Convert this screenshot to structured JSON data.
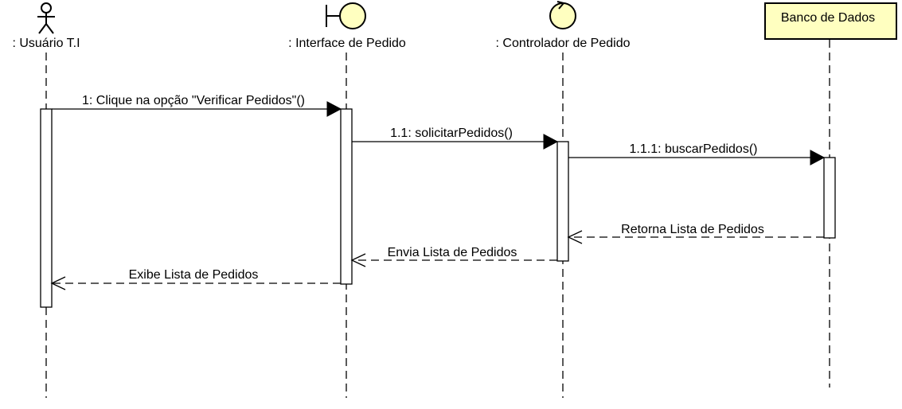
{
  "diagram": {
    "type": "sequence",
    "colors": {
      "participant_fill": "#FFFFC0",
      "line": "#000000",
      "activation_fill": "#FFFFFF"
    },
    "participants": [
      {
        "id": "user",
        "label": ": Usuário T.I",
        "kind": "actor",
        "icon": "actor-stick-figure-icon"
      },
      {
        "id": "ui",
        "label": ": Interface de Pedido",
        "kind": "boundary",
        "icon": "boundary-icon"
      },
      {
        "id": "ctrl",
        "label": ": Controlador de Pedido",
        "kind": "control",
        "icon": "control-icon"
      },
      {
        "id": "db",
        "label": "Banco de Dados",
        "kind": "box"
      }
    ],
    "messages": [
      {
        "label": "1: Clique na opção \"Verificar Pedidos\"()",
        "from": "user",
        "to": "ui",
        "style": "sync"
      },
      {
        "label": "1.1: solicitarPedidos()",
        "from": "ui",
        "to": "ctrl",
        "style": "sync"
      },
      {
        "label": "1.1.1: buscarPedidos()",
        "from": "ctrl",
        "to": "db",
        "style": "sync"
      },
      {
        "label": "Retorna Lista de Pedidos",
        "from": "db",
        "to": "ctrl",
        "style": "return"
      },
      {
        "label": "Envia Lista de Pedidos",
        "from": "ctrl",
        "to": "ui",
        "style": "return"
      },
      {
        "label": "Exibe Lista de Pedidos",
        "from": "ui",
        "to": "user",
        "style": "return"
      }
    ]
  }
}
